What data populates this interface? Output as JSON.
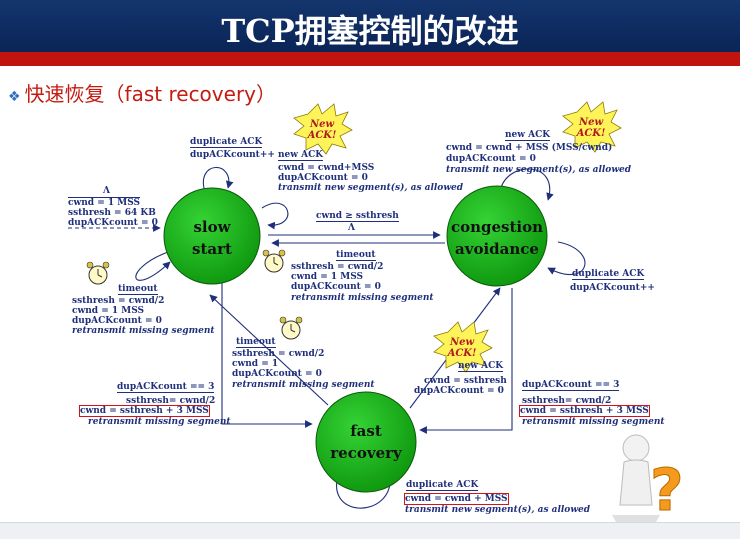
{
  "header": {
    "title": "TCP拥塞控制的改进"
  },
  "subtitle": {
    "bullet": "❖",
    "text": "快速恢复（fast recovery）"
  },
  "states": {
    "slow_start": {
      "line1": "slow",
      "line2": "start"
    },
    "congestion_avoidance": {
      "line1": "congestion",
      "line2": "avoidance"
    },
    "fast_recovery": {
      "line1": "fast",
      "line2": "recovery"
    }
  },
  "bursts": {
    "new_ack": "New ACK!"
  },
  "init": {
    "lambda": "Λ",
    "cwnd": "cwnd = 1 MSS",
    "ssthresh": "ssthresh = 64 KB",
    "dup": "dupACKcount = 0"
  },
  "ss_dup": {
    "event": "duplicate ACK",
    "action": "dupACKcount++"
  },
  "ss_newack": {
    "event": "new ACK",
    "a1": "cwnd = cwnd+MSS",
    "a2": "dupACKcount = 0",
    "a3": "transmit new segment(s), as allowed"
  },
  "ss_to_ca": {
    "event": "cwnd ≥ ssthresh",
    "action": "Λ"
  },
  "ss_timeout": {
    "event": "timeout",
    "a1": "ssthresh = cwnd/2",
    "a2": "cwnd = 1 MSS",
    "a3": "dupACKcount = 0",
    "a4": "retransmit missing segment"
  },
  "ca_timeout": {
    "event": "timeout",
    "a1": "ssthresh = cwnd/2",
    "a2": "cwnd = 1 MSS",
    "a3": "dupACKcount = 0",
    "a4": "retransmit missing segment"
  },
  "ca_newack": {
    "event": "new ACK",
    "a1": "cwnd = cwnd + MSS   (MSS/cwnd)",
    "a2": "dupACKcount = 0",
    "a3": "transmit new segment(s), as allowed"
  },
  "ca_dup": {
    "event": "duplicate ACK",
    "action": "dupACKcount++"
  },
  "fr_timeout": {
    "event": "timeout",
    "a1": "ssthresh = cwnd/2",
    "a2": "cwnd = 1",
    "a3": "dupACKcount = 0",
    "a4": "retransmit missing segment"
  },
  "ss_to_fr": {
    "event": "dupACKcount == 3",
    "a1": "ssthresh= cwnd/2",
    "a2": "cwnd = ssthresh + 3 MSS",
    "a3": "retransmit missing segment"
  },
  "fr_newack": {
    "event": "new ACK",
    "a1": "cwnd = ssthresh",
    "a2": "dupACKcount = 0"
  },
  "ca_to_fr": {
    "event": "dupACKcount == 3",
    "a1": "ssthresh= cwnd/2",
    "a2": "cwnd = ssthresh + 3 MSS",
    "a3": "retransmit missing segment"
  },
  "fr_dup": {
    "event": "duplicate ACK",
    "a1": "cwnd = cwnd + MSS",
    "a2": "transmit new segment(s), as allowed"
  }
}
